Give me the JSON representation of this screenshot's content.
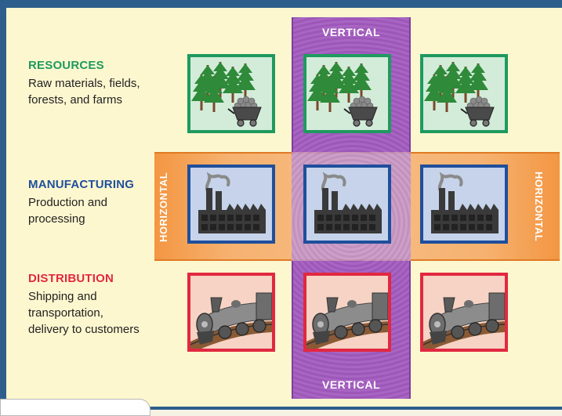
{
  "labels": {
    "resources": {
      "heading": "RESOURCES",
      "desc": "Raw materials, fields, forests, and farms",
      "color": "#1f9a5f"
    },
    "manufacturing": {
      "heading": "MANUFACTURING",
      "desc": "Production and processing",
      "color": "#1f4f9c"
    },
    "distribution": {
      "heading": "DISTRIBUTION",
      "desc": "Shipping and transportation, delivery to customers",
      "color": "#e12840"
    }
  },
  "bands": {
    "vertical_top": "VERTICAL",
    "vertical_bottom": "VERTICAL",
    "horizontal_left": "HORIZONTAL",
    "horizontal_right": "HORIZONTAL",
    "vertical_color": "#9d57b9",
    "horizontal_color": "#f39642"
  },
  "icons": {
    "resources": "forest-ore-cart-icon",
    "manufacturing": "factory-icon",
    "distribution": "train-icon"
  }
}
